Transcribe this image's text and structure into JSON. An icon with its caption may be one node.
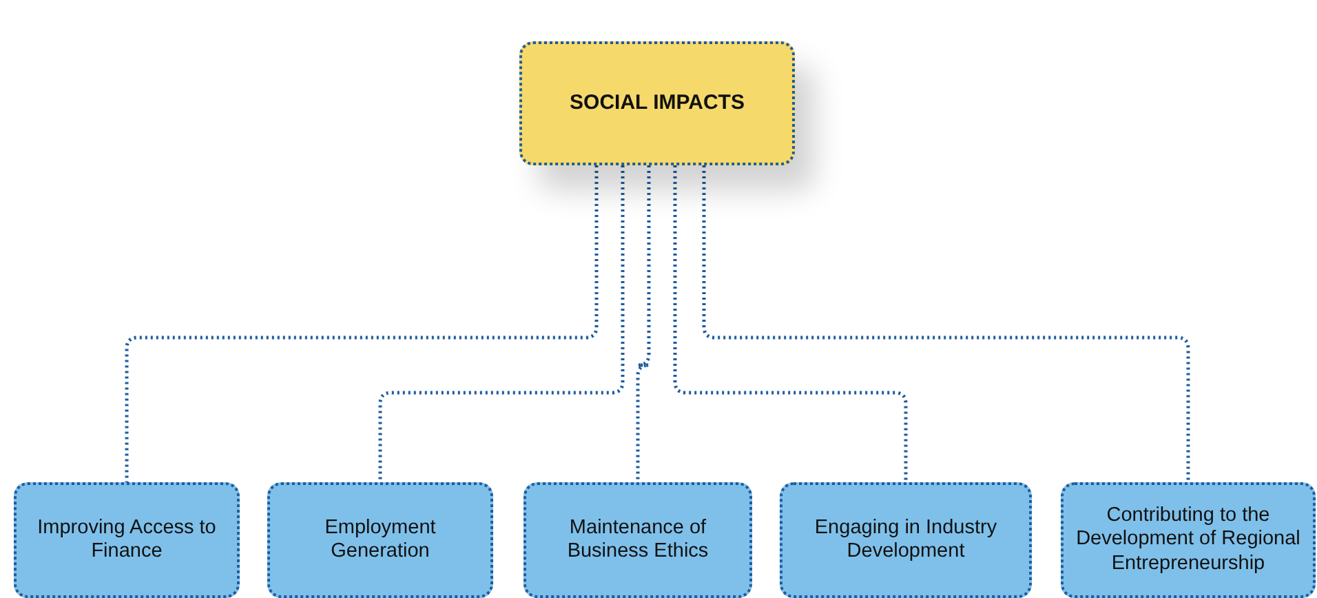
{
  "diagram": {
    "nodes": [
      {
        "text": [
          "SOCIAL IMPACTS"
        ]
      },
      {
        "text": [
          "Improving Access to Finance"
        ]
      },
      {
        "text": [
          "Employment Generation"
        ]
      },
      {
        "text": [
          "Maintenance of Business Ethics"
        ]
      },
      {
        "text": [
          "Engaging in Industry Development"
        ]
      },
      {
        "text": [
          "Contributing to the Development of Regional Entrepreneurship"
        ]
      }
    ],
    "edges": [
      {
        "from": 0,
        "to": 1,
        "arrow": "none"
      },
      {
        "from": 0,
        "to": 2,
        "arrow": "none"
      },
      {
        "from": 0,
        "to": 3,
        "arrow": "none"
      },
      {
        "from": 0,
        "to": 4,
        "arrow": "none"
      },
      {
        "from": 0,
        "to": 5,
        "arrow": "none"
      }
    ]
  }
}
